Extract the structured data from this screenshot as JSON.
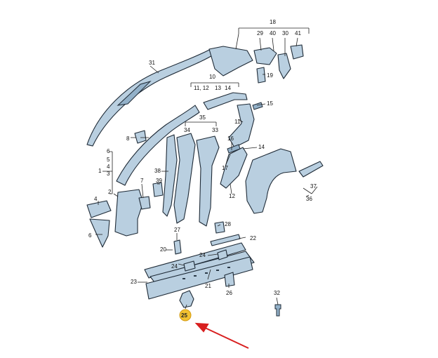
{
  "labels": {
    "l1": "1",
    "l2": "2",
    "l3": "3",
    "l4": "4",
    "l5": "5",
    "l6": "6",
    "l7": "7",
    "l8": "8",
    "l10": "10",
    "l11_12": "11, 12",
    "l12": "12",
    "l13": "13",
    "l14": "14",
    "l15": "15",
    "l16": "16",
    "l17": "17",
    "l18": "18",
    "l19": "19",
    "l20": "20",
    "l21": "21",
    "l22": "22",
    "l23": "23",
    "l24a": "24",
    "l24b": "24",
    "l25": "25",
    "l26": "26",
    "l27": "27",
    "l28": "28",
    "l29": "29",
    "l30": "30",
    "l31": "31",
    "l32": "32",
    "l33": "33",
    "l34": "34",
    "l35": "35",
    "l36": "36",
    "l37": "37",
    "l38": "38",
    "l39": "39",
    "l40": "40",
    "l41": "41"
  },
  "highlight": {
    "part": "25",
    "color": "#f2c232",
    "arrow_color": "#d81f1f"
  }
}
